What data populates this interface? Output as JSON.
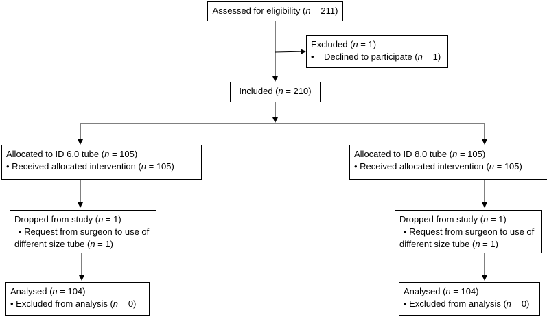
{
  "assessed": {
    "label": "Assessed for eligibility (",
    "n": "n",
    "rest": " = 211)"
  },
  "excluded": {
    "title_pre": "Excluded (",
    "title_n": "n",
    "title_rest": " = 1)",
    "bullet": "•",
    "item_pre": "Declined to participate (",
    "item_n": "n",
    "item_rest": " = 1)"
  },
  "included": {
    "label": "Included (",
    "n": "n",
    "rest": " = 210)"
  },
  "left": {
    "alloc_pre": "Allocated to ID 6.0 tube (",
    "alloc_n": "n",
    "alloc_rest": " = 105)",
    "received_pre": "• Received allocated intervention (",
    "received_n": "n",
    "received_rest": " = 105)",
    "dropped_pre": "Dropped from study (",
    "dropped_n": "n",
    "dropped_rest": " = 1)",
    "request_pre": "•   Request from surgeon to use of",
    "request_line2_pre": "different size tube (",
    "request_n": "n",
    "request_rest": " = 1)",
    "analysed_pre": "Analysed (",
    "analysed_n": "n",
    "analysed_rest": " = 104)",
    "excl_pre": "• Excluded from analysis (",
    "excl_n": "n",
    "excl_rest": " = 0)"
  },
  "right": {
    "alloc_pre": "Allocated to ID 8.0 tube (",
    "alloc_n": "n",
    "alloc_rest": " = 105)",
    "received_pre": "• Received allocated intervention (",
    "received_n": "n",
    "received_rest": " = 105)",
    "dropped_pre": "Dropped from study (",
    "dropped_n": "n",
    "dropped_rest": " = 1)",
    "request_pre": "•   Request from surgeon to use of",
    "request_line2_pre": "different size tube (",
    "request_n": "n",
    "request_rest": " = 1)",
    "analysed_pre": "Analysed (",
    "analysed_n": "n",
    "analysed_rest": " = 104)",
    "excl_pre": "• Excluded from analysis (",
    "excl_n": "n",
    "excl_rest": " = 0)"
  }
}
